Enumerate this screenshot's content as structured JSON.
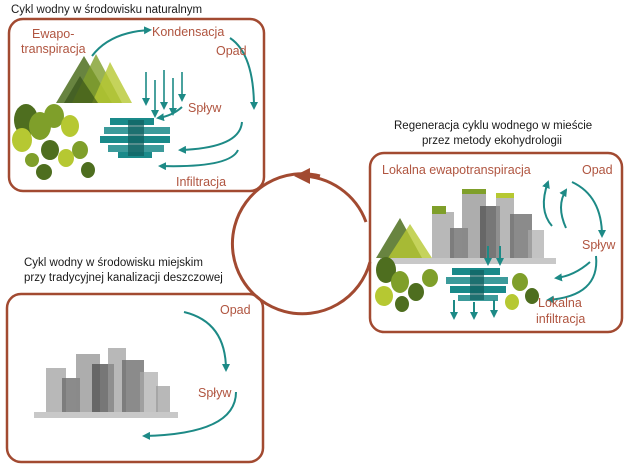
{
  "colors": {
    "frame": "#a24a31",
    "label": "#b05540",
    "arrow": "#1d8a86",
    "water": "#1a8a8a",
    "tree_dark": "#4e6e1f",
    "tree_mid": "#7f9f2a",
    "tree_light": "#b6c832",
    "building": "#9a9a9a"
  },
  "panels": {
    "natural": {
      "caption": "Cykl wodny w środowisku naturalnym",
      "labels": {
        "evapotranspiration_line1": "Ewapo-",
        "evapotranspiration_line2": "transpiracja",
        "condensation": "Kondensacja",
        "precipitation": "Opad",
        "runoff": "Spływ",
        "infiltration": "Infiltracja"
      }
    },
    "regeneration": {
      "caption_line1": "Regeneracja cyklu wodnego w mieście",
      "caption_line2": "przez metody ekohydrologii",
      "labels": {
        "local_evapotranspiration": "Lokalna ewapotranspiracja",
        "precipitation": "Opad",
        "runoff": "Spływ",
        "local_infiltration_line1": "Lokalna",
        "local_infiltration_line2": "infiltracja"
      }
    },
    "urban": {
      "caption_line1": "Cykl wodny w środowisku miejskim",
      "caption_line2": "przy tradycyjnej kanalizacji deszczowej",
      "labels": {
        "precipitation": "Opad",
        "runoff": "Spływ"
      }
    }
  }
}
